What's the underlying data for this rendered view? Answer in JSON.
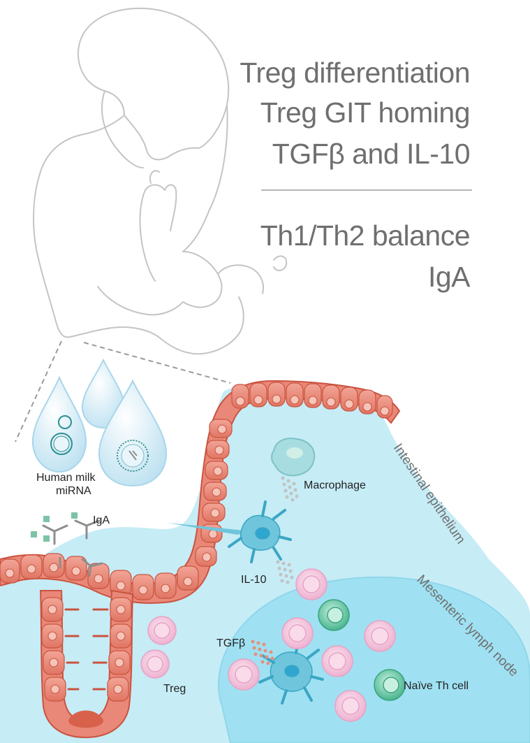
{
  "headlines": {
    "line1": "Treg differentiation",
    "line2": "Treg GIT homing",
    "line3": "TGFβ and IL-10",
    "line4": "Th1/Th2 balance",
    "line5": "IgA"
  },
  "labels": {
    "milk_line1": "Human milk",
    "milk_line2": "miRNA",
    "iga": "IgA",
    "macrophage": "Macrophage",
    "il10": "IL-10",
    "tgfb": "TGFβ",
    "treg": "Treg",
    "naive_th": "Naïve Th cell",
    "intestinal_epithelium": "Intestinal epithelium",
    "lymph_node": "Mesenteric lymph node"
  },
  "colors": {
    "headline_text": "#6f6f6f",
    "sketch_line": "#c4c4c4",
    "epithelium": "#e98878",
    "epithelium_dark": "#c9533f",
    "tissue": "#c6ecf6",
    "lymph_node": "#9fe1f2",
    "treg_cell": "#f4c6dd",
    "naive_cell": "#7fd6b6",
    "dendritic_cell": "#6fc5dc",
    "macrophage": "#a7dde0",
    "milk_drop": "#d6eef7",
    "antibody": "#8e8e8e",
    "antigen": "#7bc4a6"
  }
}
